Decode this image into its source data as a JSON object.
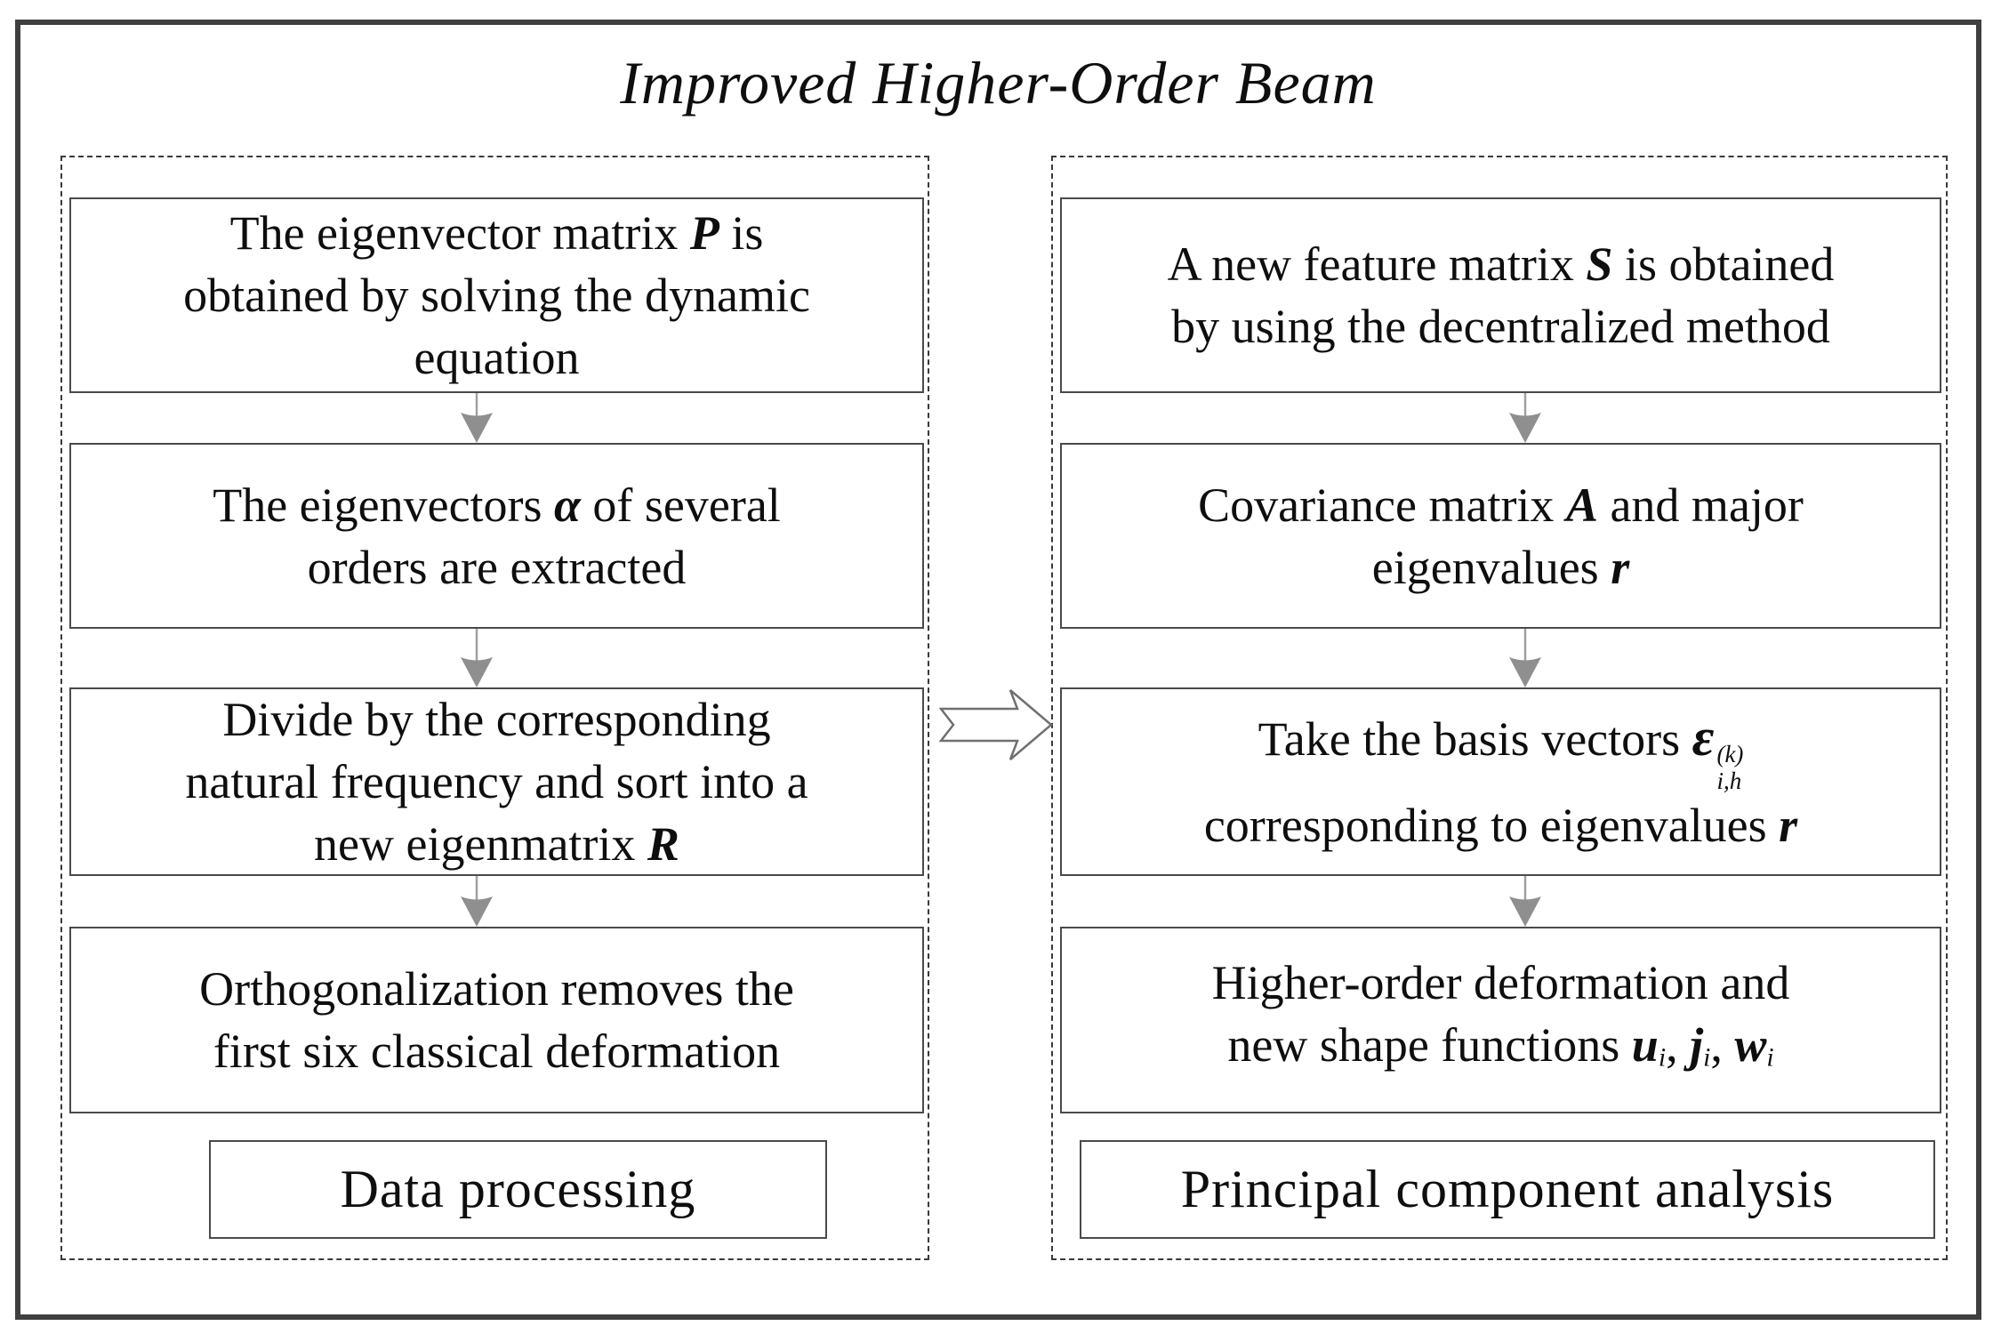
{
  "title": "Improved Higher-Order Beam",
  "left_group": {
    "label": "Data processing",
    "boxes": [
      {
        "lines": [
          [
            {
              "t": "The eigenvector matrix "
            },
            {
              "t": "P",
              "v": true
            },
            {
              "t": " is"
            }
          ],
          [
            {
              "t": "obtained by solving the dynamic"
            }
          ],
          [
            {
              "t": "equation"
            }
          ]
        ]
      },
      {
        "lines": [
          [
            {
              "t": "The eigenvectors "
            },
            {
              "t": "α",
              "v": true
            },
            {
              "t": " of several"
            }
          ],
          [
            {
              "t": "orders are extracted"
            }
          ]
        ]
      },
      {
        "lines": [
          [
            {
              "t": "Divide by the corresponding"
            }
          ],
          [
            {
              "t": "natural frequency and sort into a"
            }
          ],
          [
            {
              "t": "new eigenmatrix "
            },
            {
              "t": "R",
              "v": true
            }
          ]
        ]
      },
      {
        "lines": [
          [
            {
              "t": "Orthogonalization removes the"
            }
          ],
          [
            {
              "t": "first six classical deformation"
            }
          ]
        ]
      }
    ]
  },
  "right_group": {
    "label": "Principal component analysis",
    "boxes": [
      {
        "lines": [
          [
            {
              "t": "A new feature matrix "
            },
            {
              "t": "S",
              "v": true
            },
            {
              "t": " is obtained"
            }
          ],
          [
            {
              "t": "by using the decentralized method"
            }
          ]
        ]
      },
      {
        "lines": [
          [
            {
              "t": "Covariance matrix "
            },
            {
              "t": "A",
              "v": true
            },
            {
              "t": " and major"
            }
          ],
          [
            {
              "t": "eigenvalues "
            },
            {
              "t": "r",
              "v": true
            }
          ]
        ]
      },
      {
        "lines": [
          [
            {
              "t": "Take the basis vectors "
            },
            {
              "t": "ε",
              "v": true,
              "sup": "(k)",
              "sub": "i,h"
            }
          ],
          [
            {
              "t": "corresponding to eigenvalues "
            },
            {
              "t": "r",
              "v": true
            }
          ]
        ]
      },
      {
        "lines": [
          [
            {
              "t": "Higher-order deformation and"
            }
          ],
          [
            {
              "t": "new shape functions "
            },
            {
              "t": "u",
              "v": true,
              "sub": "i"
            },
            {
              "t": ", "
            },
            {
              "t": "j",
              "v": true,
              "sub": "i"
            },
            {
              "t": ", "
            },
            {
              "t": "w",
              "v": true,
              "sub": "i"
            }
          ]
        ]
      }
    ]
  },
  "colors": {
    "frame_border": "#3f3f3f",
    "box_border": "#4a4a4a",
    "dashed_border": "#3a3a3a",
    "arrow_gray": "#8f8f8f",
    "text": "#0e0e0e",
    "background": "#ffffff"
  }
}
